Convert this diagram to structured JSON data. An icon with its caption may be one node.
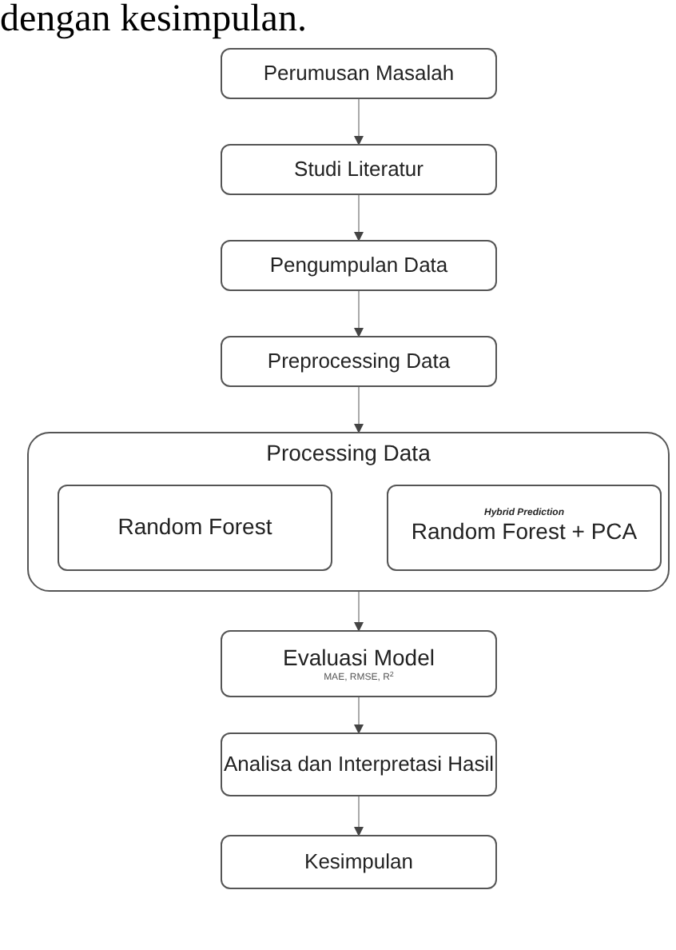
{
  "diagram": {
    "nodes": [
      {
        "text": [
          "Perumusan Masalah"
        ]
      },
      {
        "text": [
          "Studi Literatur"
        ]
      },
      {
        "text": [
          "Pengumpulan Data"
        ]
      },
      {
        "text": [
          "Preprocessing Data"
        ]
      },
      {
        "text": [
          "Processing Data"
        ]
      },
      {
        "text": [
          "Random Forest"
        ],
        "in": 4
      },
      {
        "text": [
          "Hybrid Prediction",
          "Random Forest + PCA"
        ],
        "in": 4
      },
      {
        "text": [
          "Evaluasi Model",
          "MAE, RMSE, R$^{2}$"
        ]
      },
      {
        "text": [
          "Analisa dan Interpretasi Hasil"
        ]
      },
      {
        "text": [
          "Kesimpulan"
        ]
      }
    ],
    "edges": [
      {
        "from": 0,
        "to": 1,
        "arrow": "to"
      },
      {
        "from": 1,
        "to": 2,
        "arrow": "to"
      },
      {
        "from": 2,
        "to": 3,
        "arrow": "to"
      },
      {
        "from": 3,
        "to": 4,
        "arrow": "to"
      },
      {
        "from": 4,
        "to": 7,
        "arrow": "to"
      },
      {
        "from": 7,
        "to": 8,
        "arrow": "to"
      },
      {
        "from": 8,
        "to": 9,
        "arrow": "to"
      }
    ],
    "labels": [
      "dengan kesimpulan."
    ]
  }
}
